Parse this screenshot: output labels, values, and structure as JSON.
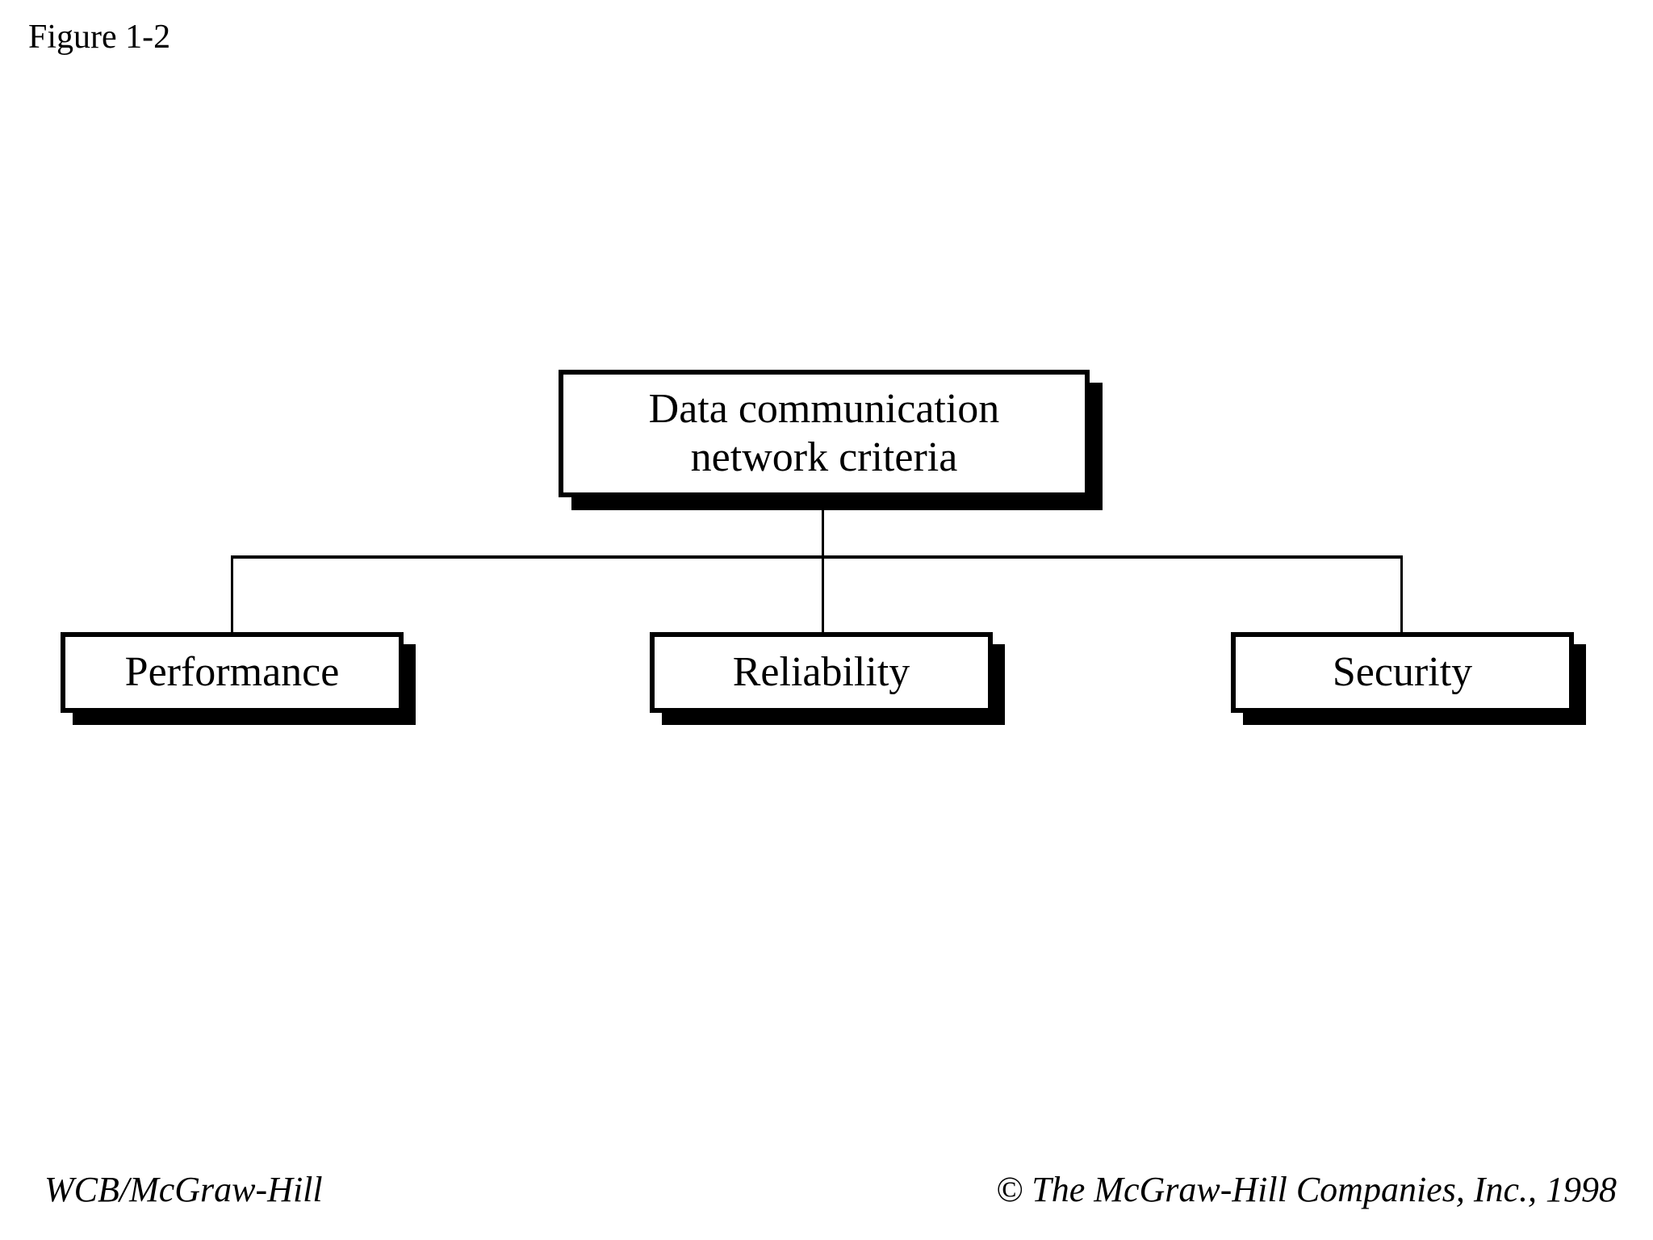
{
  "figure": {
    "label": "Figure 1-2"
  },
  "diagram": {
    "root": {
      "label": "Data communication\nnetwork criteria"
    },
    "children": [
      {
        "label": "Performance"
      },
      {
        "label": "Reliability"
      },
      {
        "label": "Security"
      }
    ]
  },
  "footer": {
    "left": "WCB/McGraw-Hill",
    "right": "© The McGraw-Hill Companies, Inc., 1998"
  },
  "colors": {
    "background": "#ffffff",
    "ink": "#000000"
  }
}
